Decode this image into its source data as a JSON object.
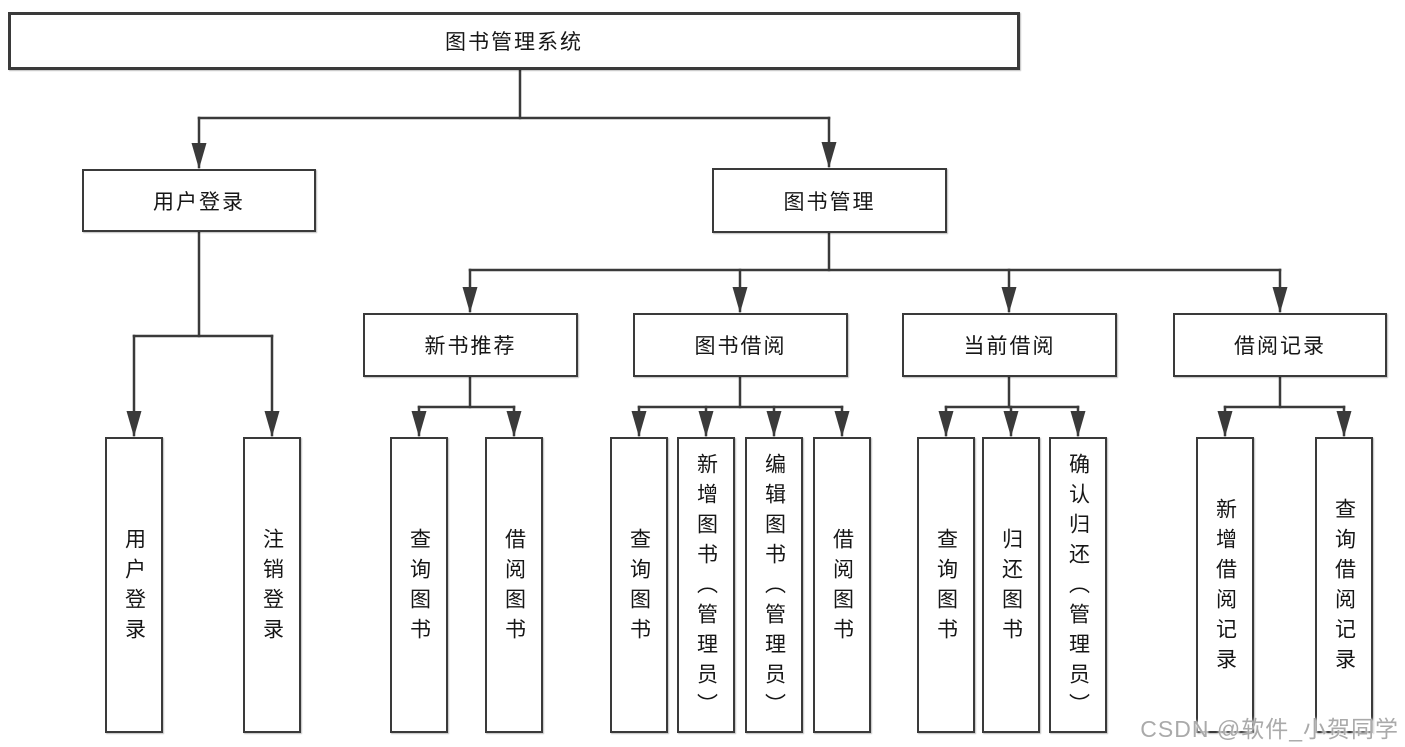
{
  "tree": {
    "root": {
      "label": "图书管理系统"
    },
    "branches": [
      {
        "label": "用户登录",
        "children": [
          "用户登录",
          "注销登录"
        ]
      },
      {
        "label": "图书管理",
        "children": [
          {
            "label": "新书推荐",
            "children": [
              "查询图书",
              "借阅图书"
            ]
          },
          {
            "label": "图书借阅",
            "children": [
              "查询图书",
              "新增图书（管理员）",
              "编辑图书（管理员）",
              "借阅图书"
            ]
          },
          {
            "label": "当前借阅",
            "children": [
              "查询图书",
              "归还图书",
              "确认归还（管理员）"
            ]
          },
          {
            "label": "借阅记录",
            "children": [
              "新增借阅记录",
              "查询借阅记录"
            ]
          }
        ]
      }
    ]
  },
  "watermark": {
    "text": "CSDN @软件_小贺同学"
  },
  "colors": {
    "line": "#3a3a3a",
    "text": "#161616",
    "watermark": "#aaaaaa",
    "background": "#ffffff",
    "box_bg": "#ffffff"
  }
}
